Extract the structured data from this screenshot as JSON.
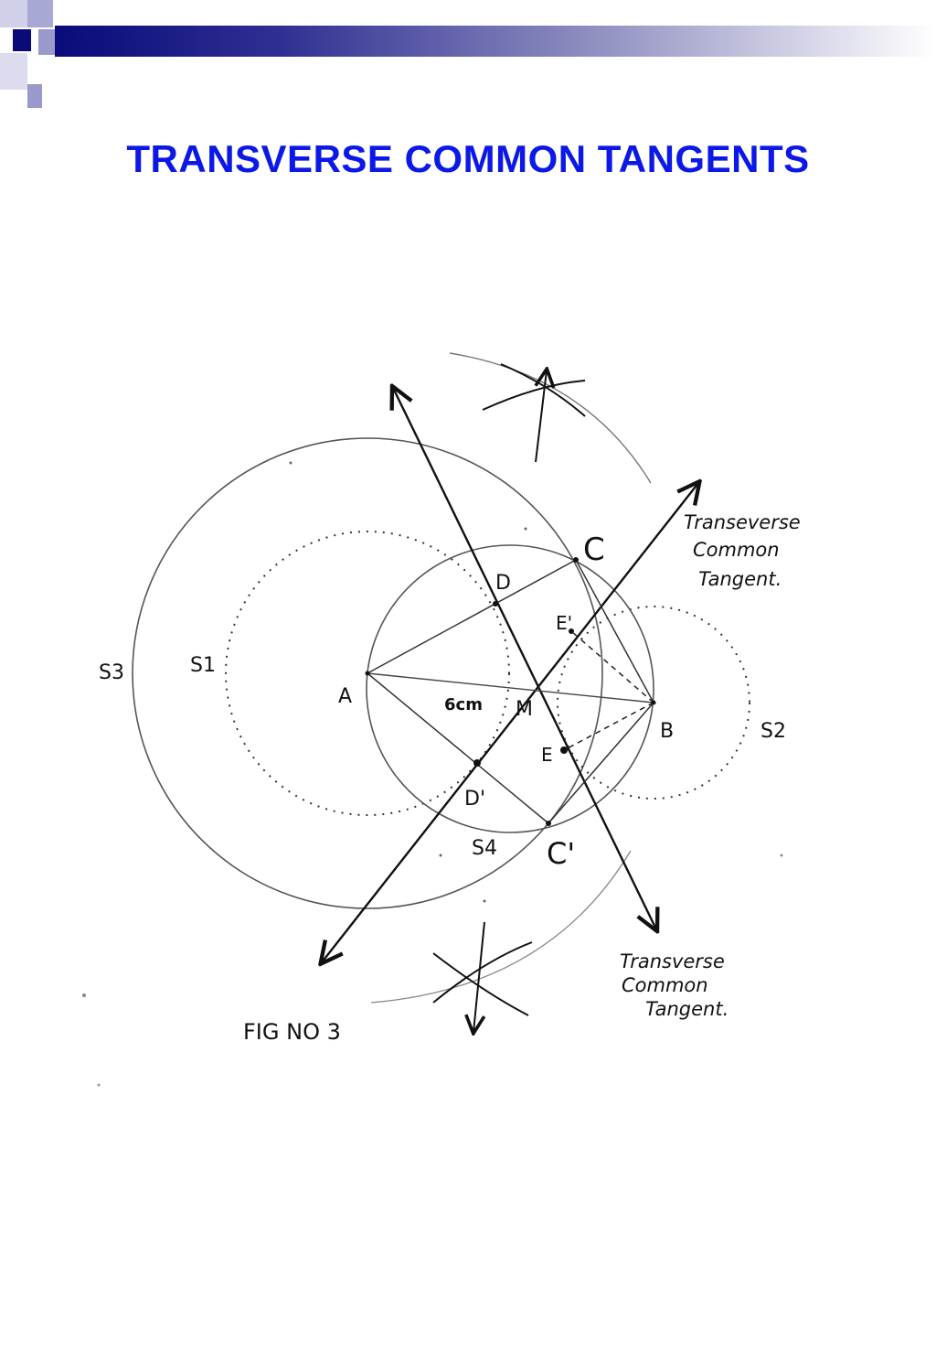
{
  "title": "TRANSVERSE COMMON TANGENTS",
  "colors": {
    "title": "#0b18e6",
    "header_dark": "#0a0a7a",
    "square_mid": "#9999cc"
  },
  "figure": {
    "points": {
      "A": "A",
      "B": "B",
      "C": "C",
      "C_prime": "C'",
      "D": "D",
      "D_prime": "D'",
      "E": "E",
      "E_prime": "E'",
      "M": "M"
    },
    "circles": {
      "S1": "S1",
      "S2": "S2",
      "S3": "S3",
      "S4": "S4"
    },
    "distance_label": "6cm",
    "tangent_label_1": [
      "Transeverse",
      "Common",
      "Tangent."
    ],
    "tangent_label_2": [
      "Transverse",
      "Common",
      "Tangent."
    ],
    "caption": "FIG NO 3"
  }
}
